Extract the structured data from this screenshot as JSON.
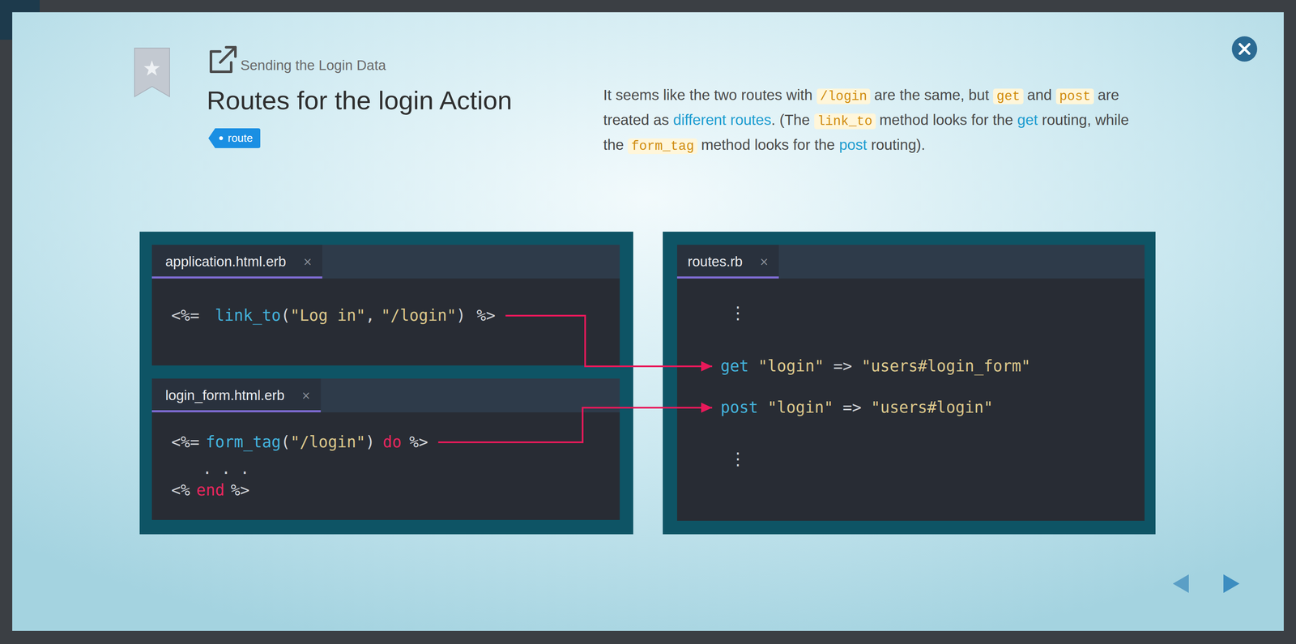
{
  "diagram": {
    "title": "Routes for the login Action",
    "nodes": [
      {
        "text": [
          "route"
        ]
      },
      {
        "text": [
          "application.html.erb",
          "×"
        ]
      },
      {
        "text": [
          "<%=",
          "link_to",
          "(",
          "\"Log in\"",
          ",",
          "\"/login\"",
          ")",
          "%>"
        ],
        "in": 1
      },
      {
        "text": [
          "login_form.html.erb",
          "×",
          ". . .",
          "<%",
          "end",
          "%>"
        ]
      },
      {
        "text": [
          "<%=",
          "form_tag",
          "(",
          "\"/login\"",
          ")",
          "do",
          "%>"
        ],
        "in": 3
      },
      {
        "text": [
          "routes.rb",
          "×",
          "⋮",
          "⋮"
        ]
      },
      {
        "text": [
          "get",
          "\"login\"",
          "=>",
          "\"users#login_form\""
        ],
        "in": 5
      },
      {
        "text": [
          "post",
          "\"login\"",
          "=>",
          "\"users#login\""
        ],
        "in": 5
      }
    ],
    "edges": [
      {
        "from": 2,
        "to": 6,
        "arrow": "to"
      },
      {
        "from": 4,
        "to": 7,
        "arrow": "to"
      }
    ],
    "labels": [
      "Sending the Login Data",
      "It seems like the two routes with",
      "/login",
      "are the same, but",
      "get",
      "and",
      "post",
      "are treated as",
      "different routes",
      ". (The",
      "link_to",
      "method looks for the",
      "get",
      "routing, while the",
      "form_tag",
      "method looks for the",
      "post",
      "routing)."
    ]
  }
}
